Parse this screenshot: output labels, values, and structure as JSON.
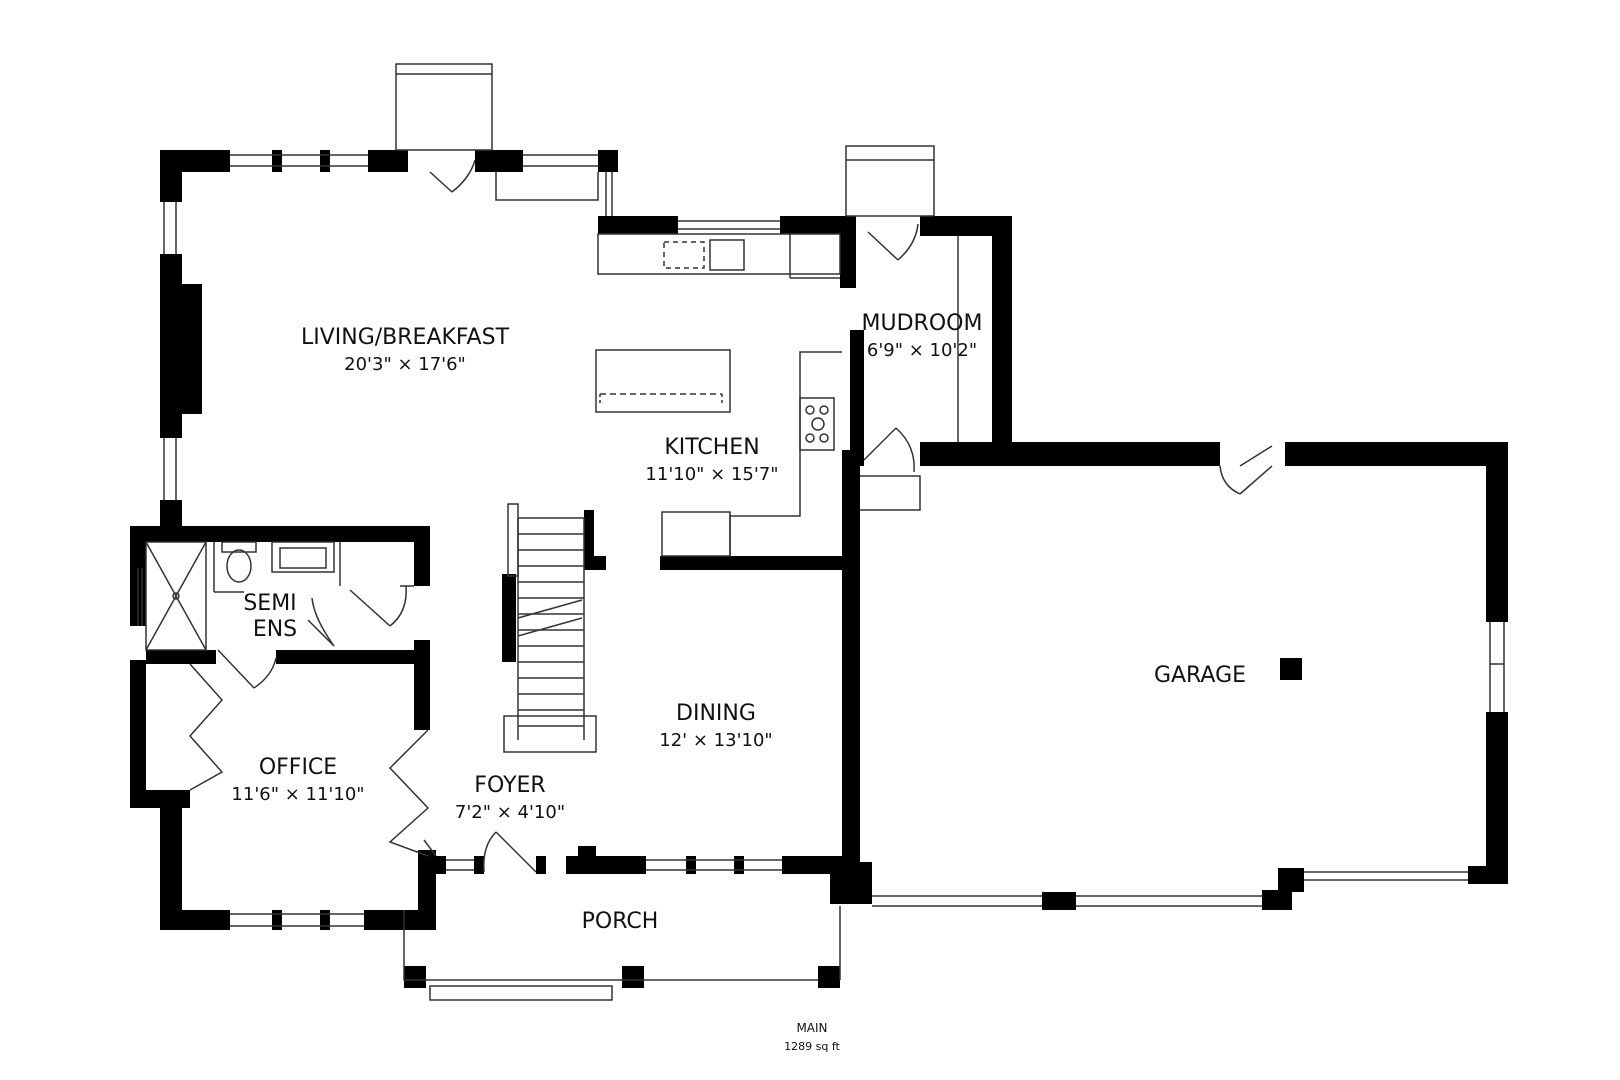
{
  "rooms": {
    "living_breakfast": {
      "name": "LIVING/BREAKFAST",
      "dims": "20'3\" × 17'6\""
    },
    "kitchen": {
      "name": "KITCHEN",
      "dims": "11'10\" × 15'7\""
    },
    "mudroom": {
      "name": "MUDROOM",
      "dims": "6'9\" × 10'2\""
    },
    "semi_ens": {
      "name_line1": "SEMI",
      "name_line2": "ENS"
    },
    "office": {
      "name": "OFFICE",
      "dims": "11'6\" × 11'10\""
    },
    "foyer": {
      "name": "FOYER",
      "dims": "7'2\" × 4'10\""
    },
    "dining": {
      "name": "DINING",
      "dims": "12' × 13'10\""
    },
    "garage": {
      "name": "GARAGE"
    },
    "porch": {
      "name": "PORCH"
    }
  },
  "level": {
    "name": "MAIN",
    "area": "1289 sq ft"
  },
  "colors": {
    "wall": "#000000",
    "line": "#333333",
    "background": "#ffffff"
  }
}
